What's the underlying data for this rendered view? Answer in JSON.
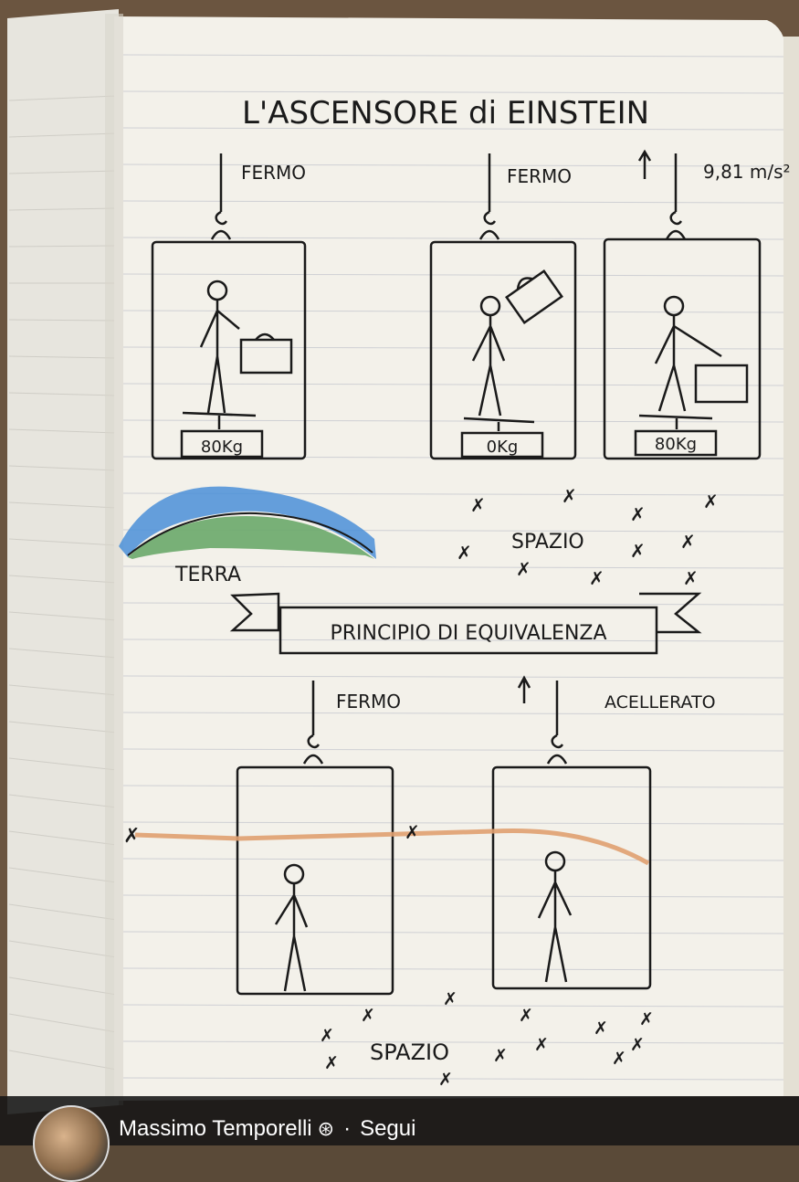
{
  "notebook": {
    "title": "L'ASCENSORE di EINSTEIN",
    "top_row": [
      {
        "state": "FERMO",
        "scale": "80Kg"
      },
      {
        "state": "FERMO",
        "scale": "0Kg"
      },
      {
        "state": "9,81 m/s²",
        "scale": "80Kg"
      }
    ],
    "terra_label": "TERRA",
    "spazio_label_top": "SPAZIO",
    "banner": "PRINCIPIO DI EQUIVALENZA",
    "bottom_row": [
      {
        "state": "FERMO"
      },
      {
        "state": "ACELLERATO"
      }
    ],
    "spazio_label_bottom": "SPAZIO"
  },
  "footer": {
    "author": "Massimo Temporelli",
    "separator": "·",
    "follow": "Segui"
  },
  "colors": {
    "paper": "#f3f1ea",
    "ink": "#1a1a1a",
    "earth_green": "#6aa86a",
    "sky_blue": "#4a8fd8",
    "laser_orange": "#e0a070"
  }
}
